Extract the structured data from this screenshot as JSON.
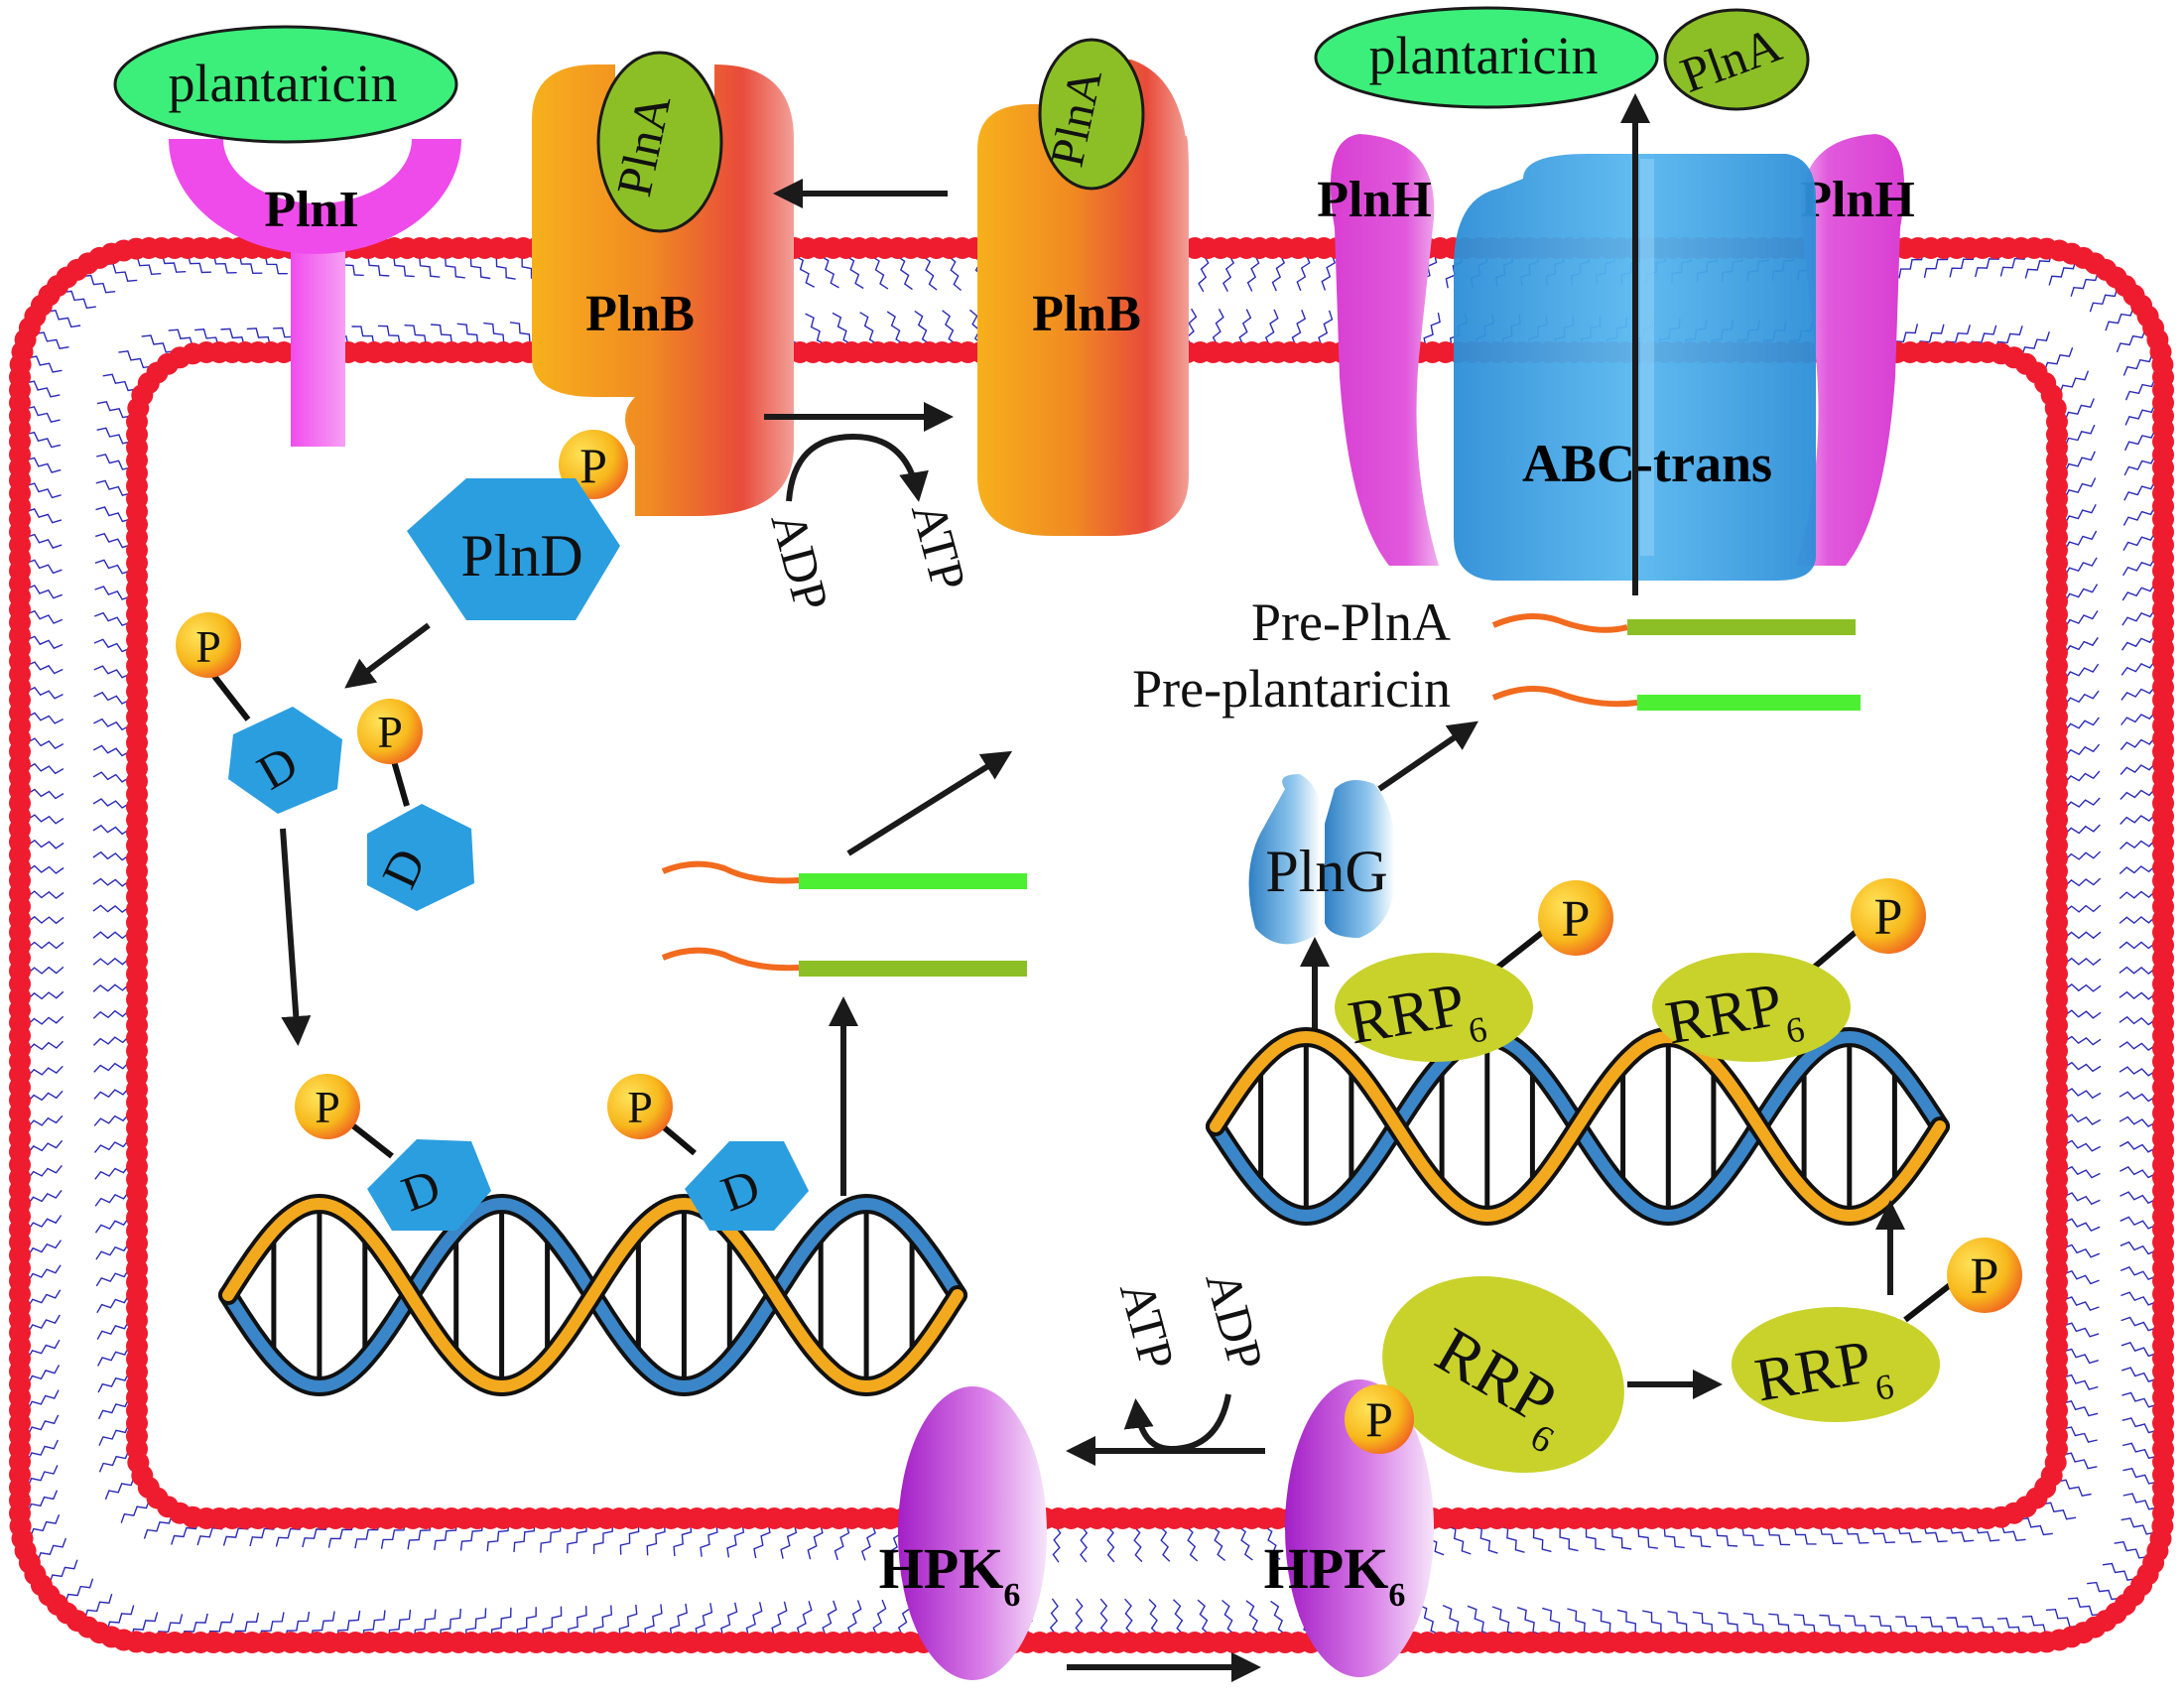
{
  "labels": {
    "plantaricin": "plantaricin",
    "plnA": "PlnA",
    "plnI": "PlnI",
    "plnB": "PlnB",
    "plnH": "PlnH",
    "abcTrans": "ABC-trans",
    "plnD": "PlnD",
    "p": "P",
    "d": "D",
    "adp": "ADP",
    "atp": "ATP",
    "prePlnA": "Pre-PlnA",
    "prePlantaricin": "Pre-plantaricin",
    "plnG": "PlnG",
    "rrp": "RRP",
    "rrpSub": "6",
    "hpk": "HPK",
    "hpkSub": "6"
  },
  "colors": {
    "membraneHead": "#ee1c2e",
    "membraneTail": "#2a2ab8",
    "plantaricinGreen": "#3cef7a",
    "plnAGreen": "#8cbf26",
    "plnIMagenta": "#ee4bea",
    "plnBOrange": "#f7a21b",
    "plnBRed": "#e8483a",
    "plnHMagenta": "#d93fd6",
    "abcBlue": "#3aa3e6",
    "plnDBlue": "#2b9ee0",
    "phosphateYellow": "#f7c21a",
    "rrpYellowGreen": "#c8d22a",
    "hpkPurple": "#b02ccc",
    "plnGBlue": "#4a9ad2",
    "dnaBlue": "#3a86c8",
    "dnaOrange": "#f2a91e",
    "peptideGreen": "#4cef32",
    "peptideOlive": "#8cbf26",
    "leaderOrange": "#f26a1e"
  }
}
